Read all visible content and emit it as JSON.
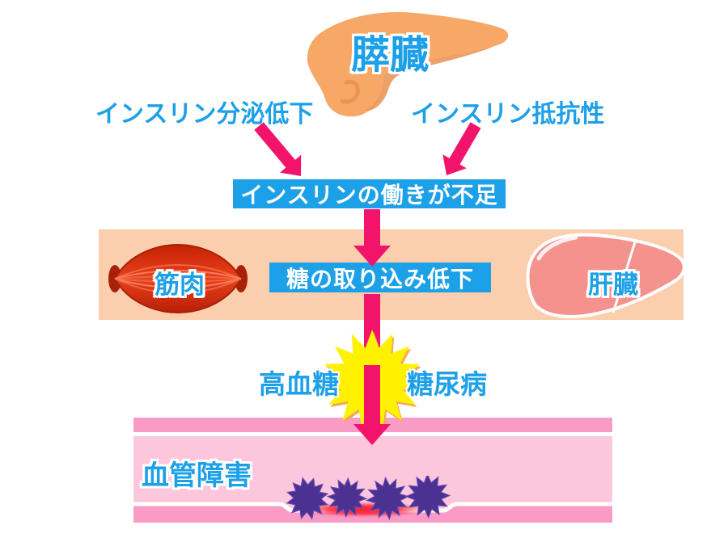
{
  "diagram": {
    "pancreas_title": "膵臓",
    "insulin_secretion": "インスリン分泌低下",
    "insulin_resistance": "インスリン抵抗性",
    "insulin_shortage_box": "インスリンの働きが不足",
    "glucose_uptake_box": "糖の取り込み低下",
    "muscle": "筋肉",
    "liver": "肝臓",
    "hyperglycemia": "高血糖",
    "diabetes": "糖尿病",
    "vascular_damage": "血管障害"
  },
  "icons": {
    "pancreas": "pancreas-organ-icon",
    "muscle": "muscle-icon",
    "liver": "liver-icon",
    "starburst": "starburst-icon",
    "plaque": "plaque-spike-icon",
    "arrow": "down-arrow-icon"
  },
  "colors": {
    "blue": "#1CA0E8",
    "arrow_pink": "#F2146B",
    "tissue_band": "#FBCFAE",
    "pancreas_fill": "#F7A766",
    "pancreas_shade": "#E8914F",
    "muscle_dark": "#A92008",
    "muscle_mid": "#D12A08",
    "muscle_light": "#F4704A",
    "liver_pink": "#F4928E",
    "vessel_wall": "#FA9BC5",
    "vessel_inner": "#FCC6DC",
    "starburst_yellow": "#FFF100",
    "starburst_shadow": "#F9AA50",
    "plaque_purple": "#4B3192",
    "plaque_edge": "#6A4FB0",
    "glow_red": "#FF192D"
  }
}
